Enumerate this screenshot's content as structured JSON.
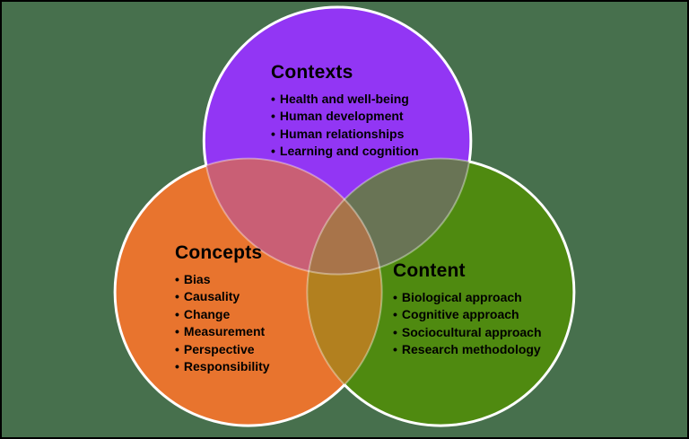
{
  "background_color": "#47704d",
  "border_color": "#000000",
  "outline_color": "#ffffff",
  "bullet_char": "•",
  "text_color": "#000000",
  "circles": [
    {
      "name": "Contexts",
      "color": "#9236f4",
      "items": [
        "Health and well-being",
        "Human development",
        "Human relationships",
        "Learning and cognition"
      ]
    },
    {
      "name": "Concepts",
      "color": "#e8742e",
      "items": [
        "Bias",
        "Causality",
        "Change",
        "Measurement",
        "Perspective",
        "Responsibility"
      ]
    },
    {
      "name": "Content",
      "color": "#4f8a10",
      "items": [
        "Biological approach",
        "Cognitive approach",
        "Sociocultural approach",
        "Research methodology"
      ]
    }
  ],
  "overlap_colors": {
    "contexts_concepts": "#c95f75",
    "contexts_content": "#697455",
    "concepts_content": "#b2801f",
    "center": "#a8744a"
  }
}
